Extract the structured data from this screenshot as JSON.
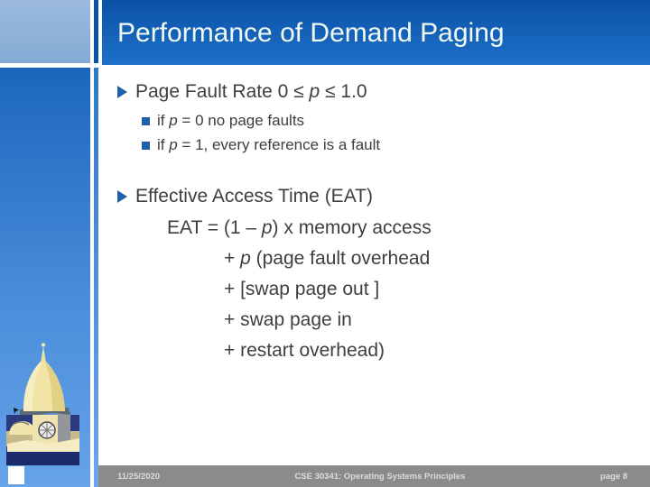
{
  "title": "Performance of Demand Paging",
  "content": {
    "bullet1": {
      "pre": "Page Fault Rate 0 ≤ ",
      "var": "p",
      "post": " ≤ 1.0"
    },
    "sub1": {
      "pre": "if ",
      "var": "p",
      "post": " = 0 no page faults"
    },
    "sub2": {
      "pre": "if ",
      "var": "p",
      "post": " = 1, every reference is a fault"
    },
    "bullet2": {
      "text": "Effective Access Time (EAT)"
    },
    "eat1": {
      "pre": "EAT = (1 – ",
      "var": "p",
      "post": ") x memory access"
    },
    "eat2": {
      "pre": "+ ",
      "var": "p",
      "post": " (page fault overhead"
    },
    "eat3": {
      "text": "+ [swap page out ]"
    },
    "eat4": {
      "text": "+ swap page in"
    },
    "eat5": {
      "text": "+ restart overhead)"
    }
  },
  "footer": {
    "date": "11/25/2020",
    "course": "CSE 30341: Operating Systems Principles",
    "page": "page 8"
  },
  "icons": {
    "bullet_level1": "right-triangle",
    "bullet_level2": "filled-square",
    "sidebar_art": "notre-dame-golden-dome"
  },
  "colors": {
    "header_top": "#0A52A6",
    "header_bottom": "#1E70C9",
    "title_text": "#F0FAF2",
    "body_text": "#3E3E3E",
    "bullet_blue": "#2060A8",
    "sidebar_blue_top": "#1B66BD",
    "sidebar_blue_bottom": "#66A3E9",
    "footer_bg": "#8B8B8B",
    "footer_text": "#DCDCDC"
  }
}
